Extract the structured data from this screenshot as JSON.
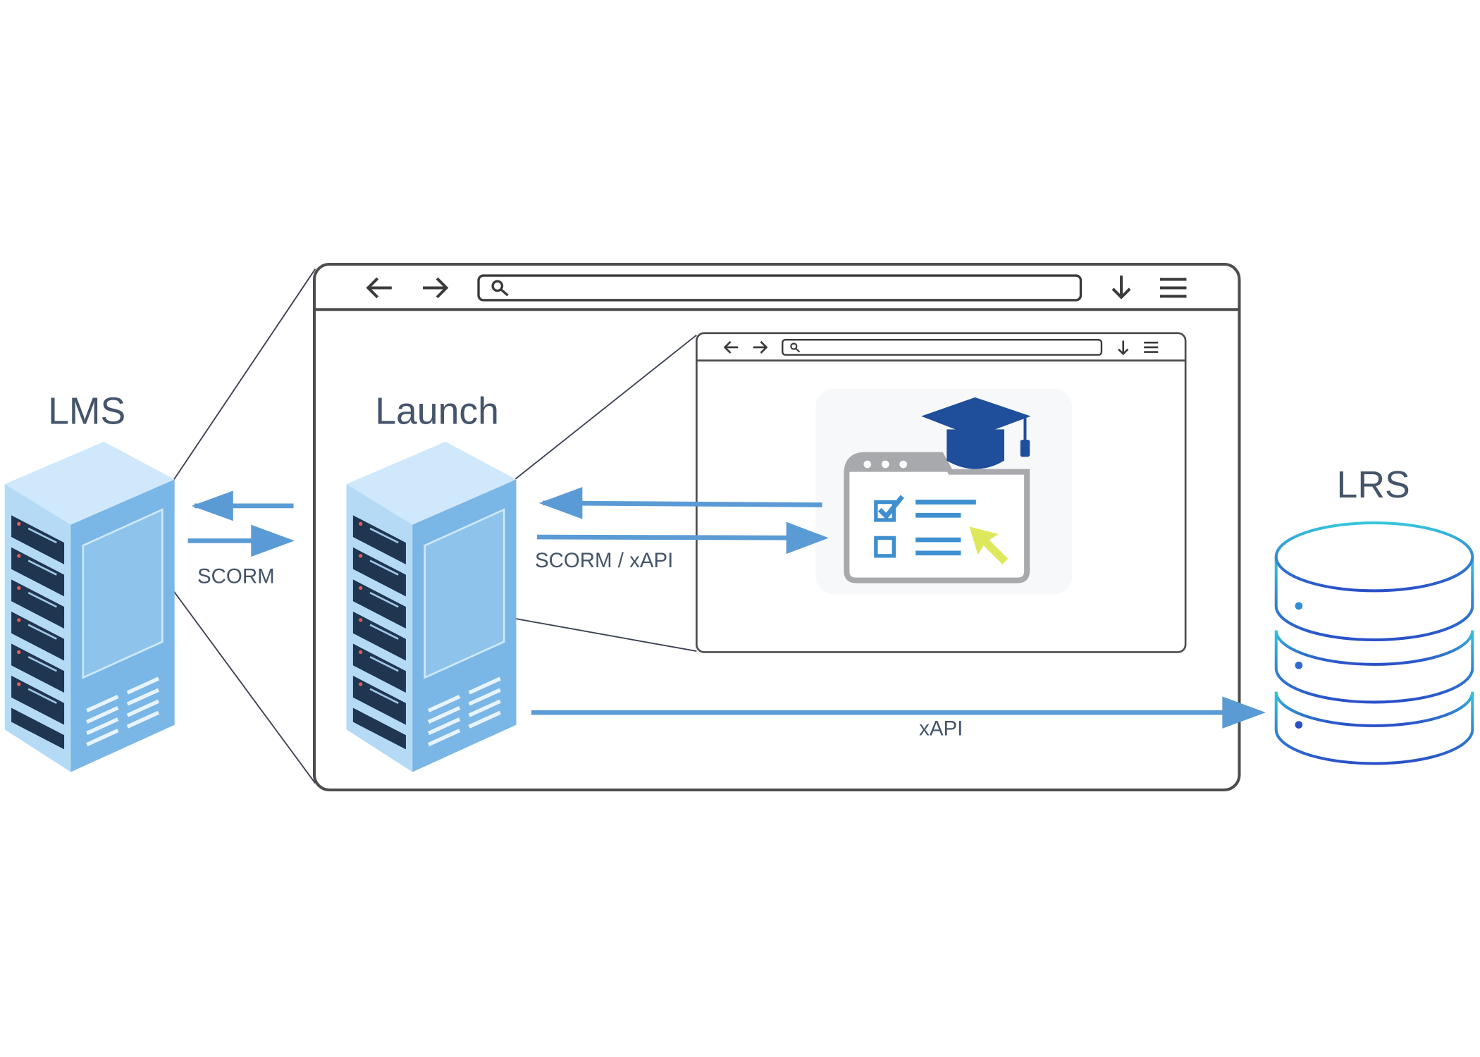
{
  "labels": {
    "lms": "LMS",
    "launch": "Launch",
    "lrs": "LRS",
    "scorm": "SCORM",
    "scorm_xapi": "SCORM / xAPI",
    "xapi": "xAPI"
  },
  "nodes": [
    {
      "id": "lms",
      "kind": "server",
      "label_key": "lms"
    },
    {
      "id": "launch",
      "kind": "server",
      "label_key": "launch"
    },
    {
      "id": "course",
      "kind": "content-window"
    },
    {
      "id": "lrs",
      "kind": "database",
      "label_key": "lrs"
    }
  ],
  "edges": [
    {
      "from": "launch",
      "to": "lms",
      "label_key": "scorm"
    },
    {
      "from": "lms",
      "to": "launch",
      "label_key": "scorm"
    },
    {
      "from": "course",
      "to": "launch",
      "label_key": "scorm_xapi"
    },
    {
      "from": "launch",
      "to": "course",
      "label_key": "scorm_xapi"
    },
    {
      "from": "launch",
      "to": "lrs",
      "label_key": "xapi"
    }
  ],
  "icons": {
    "outer_browser": [
      "back-arrow-icon",
      "forward-arrow-icon",
      "search-icon",
      "download-icon",
      "menu-icon"
    ],
    "inner_browser": [
      "back-arrow-icon",
      "forward-arrow-icon",
      "search-icon",
      "download-icon",
      "menu-icon"
    ],
    "course": [
      "graduation-cap-icon",
      "checkbox-checked-icon",
      "checkbox-empty-icon",
      "cursor-icon"
    ]
  },
  "colors": {
    "arrow": "#5b9bd5",
    "label_text": "#44546a",
    "frame": "#4d4d4d",
    "server_light": "#cfe8fb",
    "server_mid": "#7ab6e6",
    "server_dark": "#1f3550",
    "cap": "#1f4e9a",
    "cursor": "#dde85c",
    "db_top": "#36c6dc",
    "db_bottom": "#2a50c8"
  }
}
